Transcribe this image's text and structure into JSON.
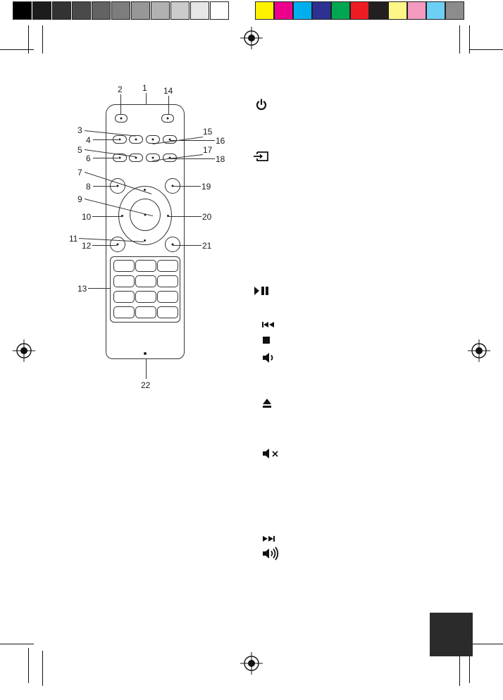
{
  "color_bar": {
    "gray_swatches": [
      "#000000",
      "#1c1c1c",
      "#333333",
      "#4a4a4a",
      "#636363",
      "#7d7d7d",
      "#979797",
      "#b1b1b1",
      "#cbcbcb",
      "#e6e6e6",
      "#ffffff"
    ],
    "color_swatches": [
      "#fff200",
      "#ec008c",
      "#00aeef",
      "#2e3192",
      "#00a651",
      "#ed1c24",
      "#231f20",
      "#fff685",
      "#f49ac1",
      "#6dcff6",
      "#8c8c8c"
    ]
  },
  "remote_callouts": [
    "1",
    "2",
    "3",
    "4",
    "5",
    "6",
    "7",
    "8",
    "9",
    "10",
    "11",
    "12",
    "13",
    "14",
    "15",
    "16",
    "17",
    "18",
    "19",
    "20",
    "21",
    "22"
  ],
  "icons": [
    "power-icon",
    "input-icon",
    "play-pause-icon",
    "previous-icon",
    "stop-icon",
    "volume-down-icon",
    "eject-icon",
    "mute-icon",
    "next-icon",
    "volume-up-icon"
  ]
}
